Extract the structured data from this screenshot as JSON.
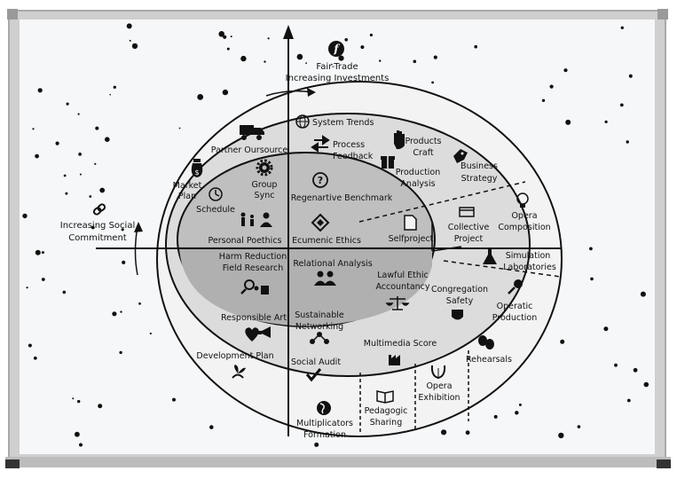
{
  "axes": {
    "top": [
      "Fair-Trade",
      "Increasing Investments"
    ],
    "left": [
      "Increasing Social",
      "Commitment"
    ]
  },
  "icons": {
    "fair_trade": "f-circle-icon",
    "social": "link-icon"
  },
  "colors": {
    "inner_fill": "#bdbdbd",
    "middle_fill": "#d8d8d8",
    "outer_fill": "#f2f2f2",
    "board_frame": "#c8c8c8"
  },
  "labels": {
    "system_trends": "System Trends",
    "partner_oursource": "Partner Oursource",
    "market_plan": [
      "Market",
      "Plan"
    ],
    "group_sync": [
      "Group",
      "Sync"
    ],
    "schedule": "Schedule",
    "process_feedback": [
      "Process",
      "Feedback"
    ],
    "products_craft": [
      "Products",
      "Craft"
    ],
    "production_analysis": [
      "Production",
      "Analysis"
    ],
    "business_strategy": [
      "Business",
      "Strategy"
    ],
    "regenerative_benchmark": "Regenartive Benchmark",
    "personal_poethics": "Personal Poethics",
    "ecumenic_ethics": "Ecumenic Ethics",
    "selfproject": "Selfproject",
    "collective_project": [
      "Collective",
      "Project"
    ],
    "opera_composition": [
      "Opera",
      "Composition"
    ],
    "harm_reduction": [
      "Harm Reduction",
      "Field Research"
    ],
    "relational_analysis": "Relational Analysis",
    "lawful_ethic": [
      "Lawful Ethic",
      "Accountancy"
    ],
    "congregation_safety": [
      "Congregation",
      "Safety"
    ],
    "simulation_labs": [
      "Simulation",
      "Laboratories"
    ],
    "operatic_production": [
      "Operatic",
      "Production"
    ],
    "responsible_art": "Responsible Art",
    "sustainable_networking": [
      "Sustainable",
      "Networking"
    ],
    "multimedia_score": "Multimedia Score",
    "rehearsals": "Rehearsals",
    "development_plan": "Development Plan",
    "social_audit": "Social Audit",
    "opera_exhibition": [
      "Opera",
      "Exhibition"
    ],
    "pedagogic_sharing": [
      "Pedagogic",
      "Sharing"
    ],
    "multiplicators_formation": [
      "Multiplicators",
      "Formation"
    ]
  }
}
